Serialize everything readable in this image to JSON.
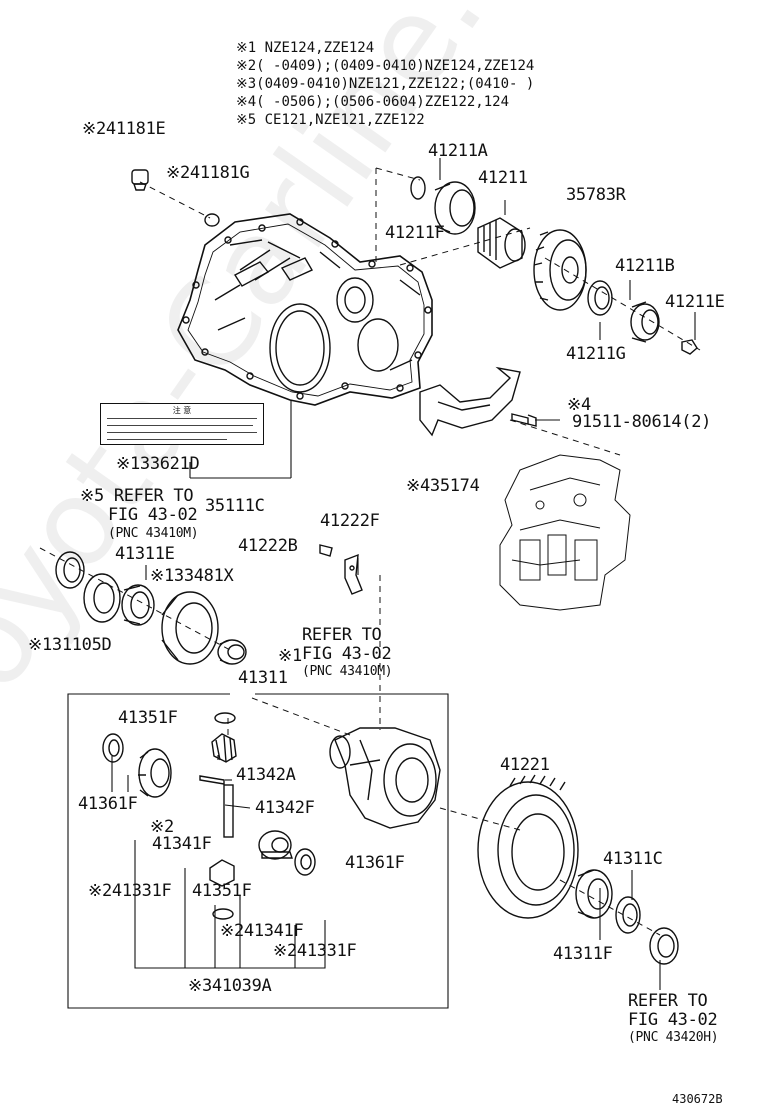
{
  "notes": [
    "※1 NZE124,ZZE124",
    "※2(     -0409);(0409-0410)NZE124,ZZE124",
    "※3(0409-0410)NZE121,ZZE122;(0410-     )",
    "※4(     -0506);(0506-0604)ZZE122,124",
    "※5 CE121,NZE121,ZZE122"
  ],
  "labels": {
    "p41181E": "※241181E",
    "p41181G": "※241181G",
    "p41211A": "41211A",
    "p41211": "41211",
    "p35783R": "35783R",
    "p41211F": "41211F",
    "p41211B": "41211B",
    "p41211E": "41211E",
    "p41211G": "41211G",
    "p91511_mark": "※4",
    "p91511": "91511-80614(2)",
    "p435174": "※435174",
    "p33621D": "※133621D",
    "p35111C": "35111C",
    "ref1_line1": "※5 REFER TO",
    "ref1_line2": "FIG 43-02",
    "ref1_line3": "(PNC 43410M)",
    "p41222F": "41222F",
    "p41222B": "41222B",
    "p41311E": "41311E",
    "p33481X": "※133481X",
    "p31105D": "※131105D",
    "ref2_mark": "※1",
    "ref2_line1": "REFER TO",
    "ref2_line2": "FIG 43-02",
    "ref2_line3": "(PNC 43410M)",
    "p41311": "41311",
    "p41351F_a": "41351F",
    "p41342A": "41342A",
    "p41342F": "41342F",
    "p41361F_a": "41361F",
    "p41341F_mark": "※2",
    "p41341F_a": "41341F",
    "p41361F_b": "41361F",
    "p41331F_a": "※241331F",
    "p41351F_b": "41351F",
    "p41341F_b": "※241341F",
    "p41331F_b": "※241331F",
    "p41039A": "※341039A",
    "p41221": "41221",
    "p41311C": "41311C",
    "p41311F": "41311F",
    "ref3_line1": "REFER TO",
    "ref3_line2": "FIG 43-02",
    "ref3_line3": "(PNC 43420H)"
  },
  "warning_label": {
    "title": "注 意"
  },
  "watermark": "Toyota-Carline.ru",
  "drawing_code": "430672B"
}
